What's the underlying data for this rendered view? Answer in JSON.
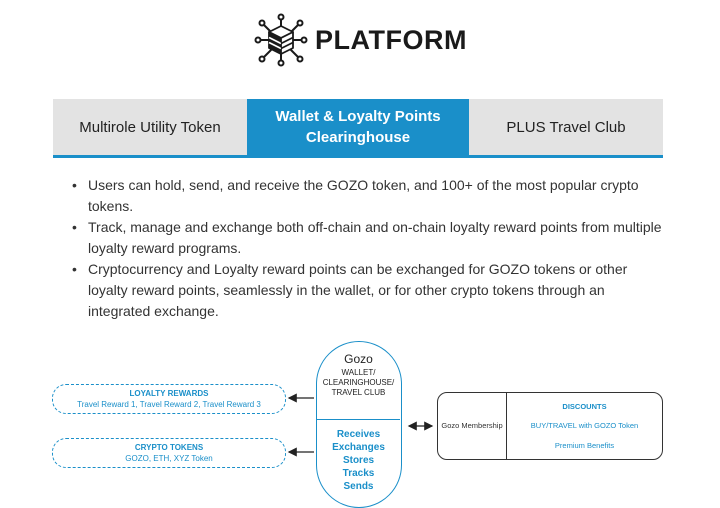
{
  "header": {
    "title": "PLATFORM",
    "logo_icon": "network-cube-icon"
  },
  "tabs": [
    {
      "label": "Multirole Utility Token",
      "active": false
    },
    {
      "label": "Wallet & Loyalty Points Clearinghouse",
      "active": true
    },
    {
      "label": "PLUS Travel Club",
      "active": false
    }
  ],
  "bullets": [
    "Users can hold, send, and receive the GOZO token, and 100+ of the most popular crypto tokens.",
    "Track, manage and exchange both off-chain and on-chain loyalty reward points from multiple loyalty reward programs.",
    "Cryptocurrency and Loyalty reward points can be exchanged for GOZO tokens or other loyalty reward points, seamlessly in the wallet, or for other crypto tokens through an integrated exchange."
  ],
  "diagram": {
    "loyalty": {
      "title": "LOYALTY REWARDS",
      "items": "Travel Reward 1, Travel Reward 2, Travel Reward 3"
    },
    "crypto": {
      "title": "CRYPTO TOKENS",
      "items": "GOZO, ETH, XYZ Token"
    },
    "center": {
      "title": "Gozo",
      "subtitle": "WALLET/ CLEARINGHOUSE/ TRAVEL CLUB",
      "actions": [
        "Receives",
        "Exchanges",
        "Stores",
        "Tracks",
        "Sends"
      ]
    },
    "membership": {
      "label": "Gozo Membership",
      "items": [
        "DISCOUNTS",
        "BUY/TRAVEL with GOZO Token",
        "Premium Benefits"
      ]
    }
  },
  "colors": {
    "accent": "#1a8fc9",
    "tab_bg": "#e3e3e3"
  }
}
